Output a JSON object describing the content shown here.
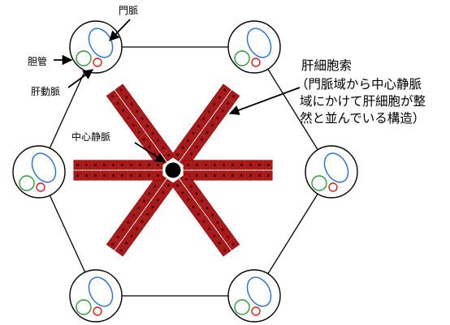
{
  "labels": {
    "portal_vein": "門脈",
    "bile_duct": "胆管",
    "hepatic_artery": "肝動脈",
    "central_vein": "中心静脈",
    "hepatic_cord_title": "肝細胞索",
    "hepatic_cord_desc": [
      "（門脈域から中心静脈",
      "域にかけて肝細胞が整",
      "然と並んでいる構造）"
    ]
  },
  "icons": {
    "portal_triad": "portal-triad-icon",
    "central_vein": "central-vein-icon",
    "hepatocyte": "hepatocyte-cell-icon"
  },
  "colors": {
    "hepatocyte_fill": "#b01818",
    "hepatocyte_nucleus": "#2a0000",
    "portal_vein": "#1f6fd1",
    "bile_duct": "#2f9a3a",
    "hepatic_artery": "#e01a1a",
    "central_vein": "#000000",
    "outline": "#000000"
  }
}
